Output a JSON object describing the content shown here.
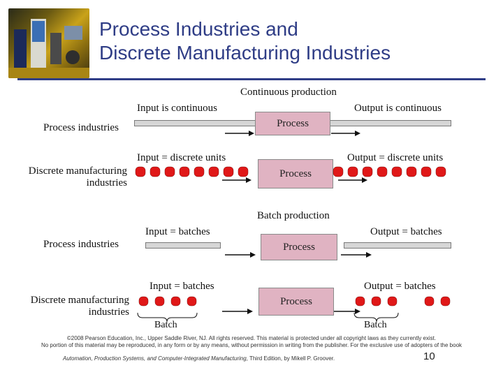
{
  "slide": {
    "title_line1": "Process Industries and",
    "title_line2": "Discrete Manufacturing Industries",
    "page_number": "10"
  },
  "continuous": {
    "heading": "Continuous production",
    "pi_input": "Input is continuous",
    "pi_output": "Output is continuous",
    "pi_row": "Process industries",
    "pi_process": "Process",
    "dm_input": "Input = discrete units",
    "dm_output": "Output = discrete units",
    "dm_row_line1": "Discrete manufacturing",
    "dm_row_line2": "industries",
    "dm_process": "Process"
  },
  "batch": {
    "heading": "Batch production",
    "pi_input": "Input = batches",
    "pi_output": "Output = batches",
    "pi_row": "Process industries",
    "pi_process": "Process",
    "dm_input": "Input = batches",
    "dm_output": "Output = batches",
    "dm_row_line1": "Discrete manufacturing",
    "dm_row_line2": "industries",
    "dm_process": "Process",
    "batch_left": "Batch",
    "batch_right": "Batch"
  },
  "footer": {
    "copyright_line1": "©2008 Pearson Education, Inc., Upper Saddle River, NJ. All rights reserved. This material is protected under all copyright laws as they currently exist.",
    "copyright_line2": "No portion of this material may be reproduced, in any form or by any means, without permission in writing from the publisher. For the exclusive use of adopters of the book",
    "book_title": "Automation, Production Systems, and Computer-Integrated Manufacturing",
    "book_rest": ", Third Edition, by Mikell P. Groover."
  },
  "colors": {
    "title": "#2f3d86",
    "unit": "#e01818",
    "process_fill": "#e0b3c2"
  }
}
